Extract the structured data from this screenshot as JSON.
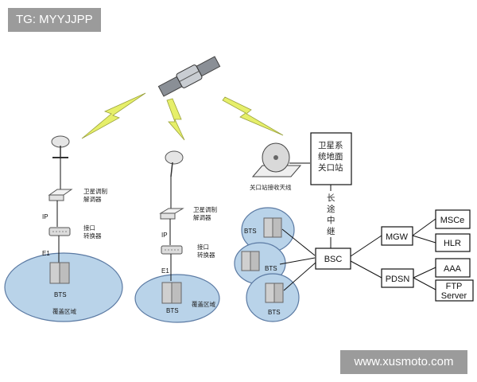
{
  "watermarks": {
    "top": "TG: MYYJJPP",
    "bottom": "www.xusmoto.com"
  },
  "left_site": {
    "modem_label": [
      "卫星调制",
      "解调器"
    ],
    "converter_label": [
      "接口",
      "转换器"
    ],
    "ip": "IP",
    "e1": "E1",
    "bts": "BTS",
    "coverage": "覆盖区域"
  },
  "mid_site": {
    "modem_label": [
      "卫星调制",
      "解调器"
    ],
    "converter_label": [
      "接口",
      "转换器"
    ],
    "ip": "IP",
    "e1": "E1",
    "bts": "BTS",
    "coverage": "覆盖区域"
  },
  "gateway": {
    "antenna_label": "关口站接收天线",
    "station_label": [
      "卫星系",
      "统地面",
      "关口站"
    ],
    "relay_label": [
      "长",
      "途",
      "中",
      "继"
    ]
  },
  "core": {
    "bts1": "BTS",
    "bts2": "BTS",
    "bts3": "BTS",
    "bsc": "BSC",
    "mgw": "MGW",
    "pdsn": "PDSN",
    "msce": "MSCe",
    "hlr": "HLR",
    "aaa": "AAA",
    "ftp": [
      "FTP",
      "Server"
    ]
  },
  "colors": {
    "coverage_fill": "#b9d3e9",
    "coverage_stroke": "#5b7aa3",
    "bolt": "#e6ef6a",
    "line": "#111111"
  }
}
